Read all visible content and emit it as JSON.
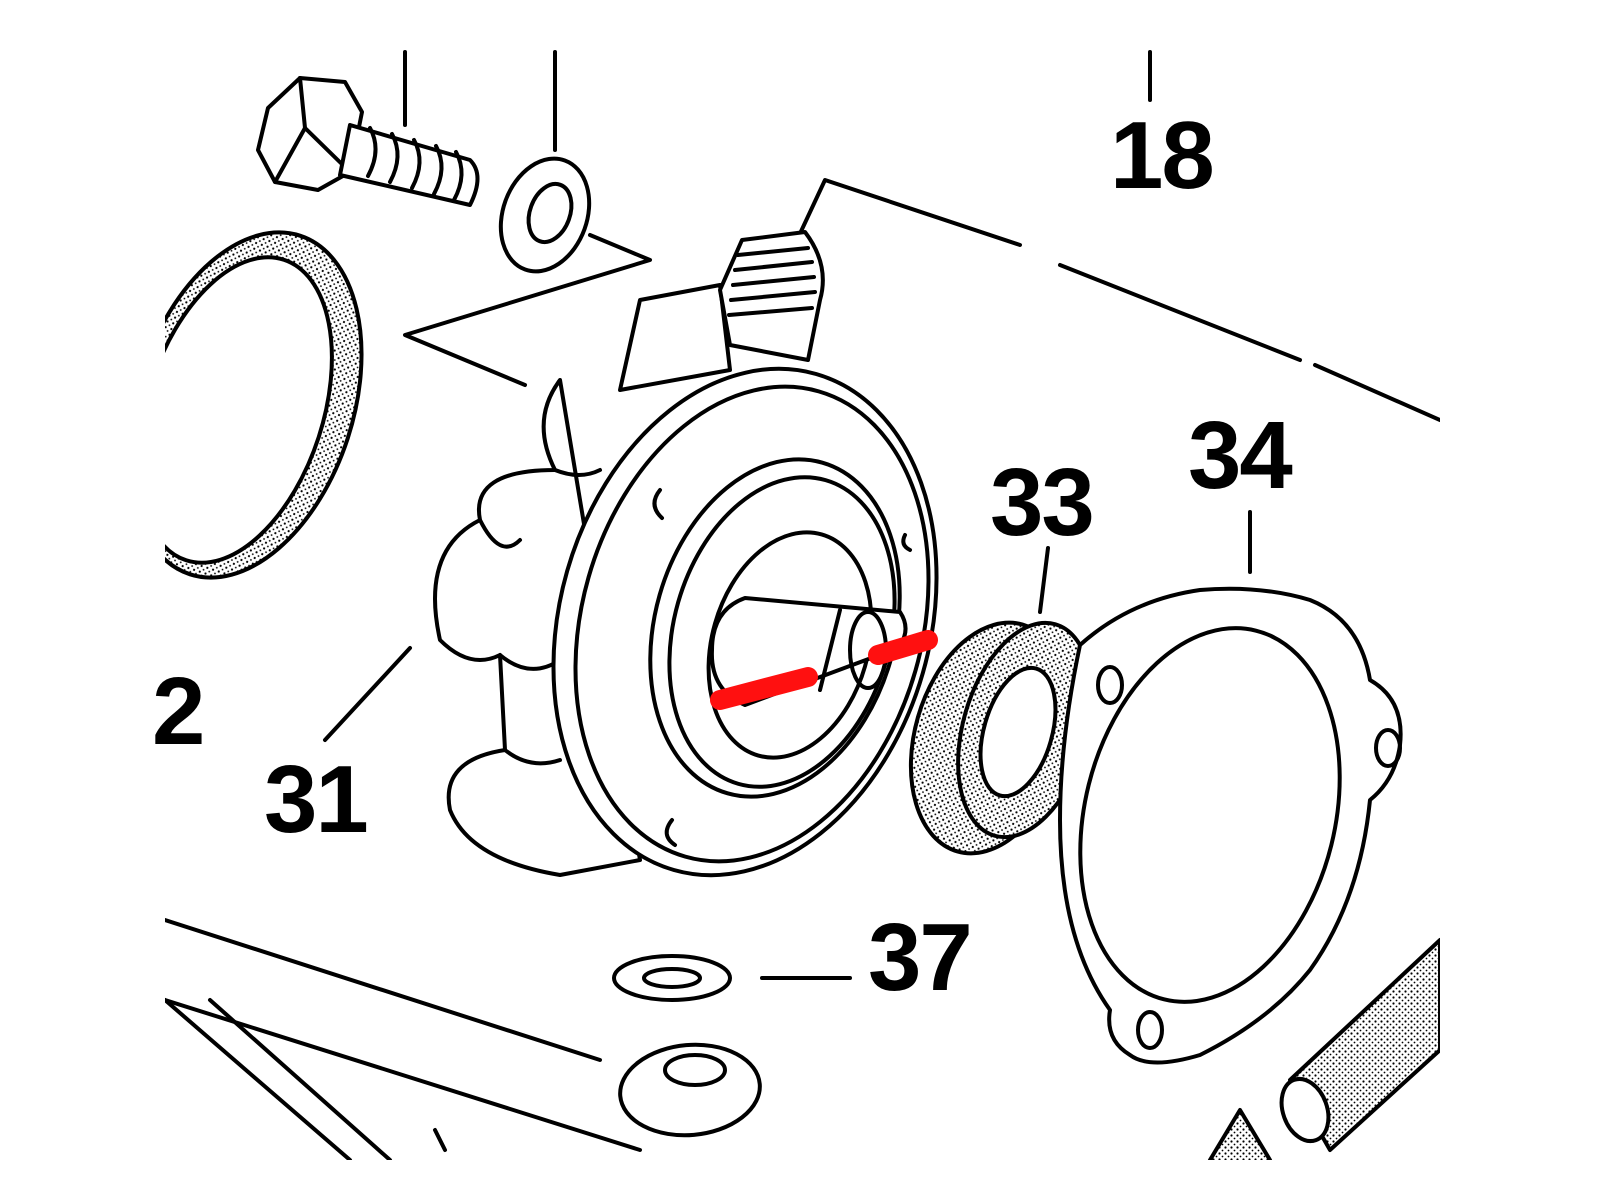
{
  "diagram": {
    "callouts": {
      "c18": "18",
      "c34": "34",
      "c33": "33",
      "c31": "31",
      "c37": "37",
      "c2": "2"
    },
    "colors": {
      "line": "#000000",
      "highlight": "#ff1010",
      "background": "#ffffff"
    }
  }
}
